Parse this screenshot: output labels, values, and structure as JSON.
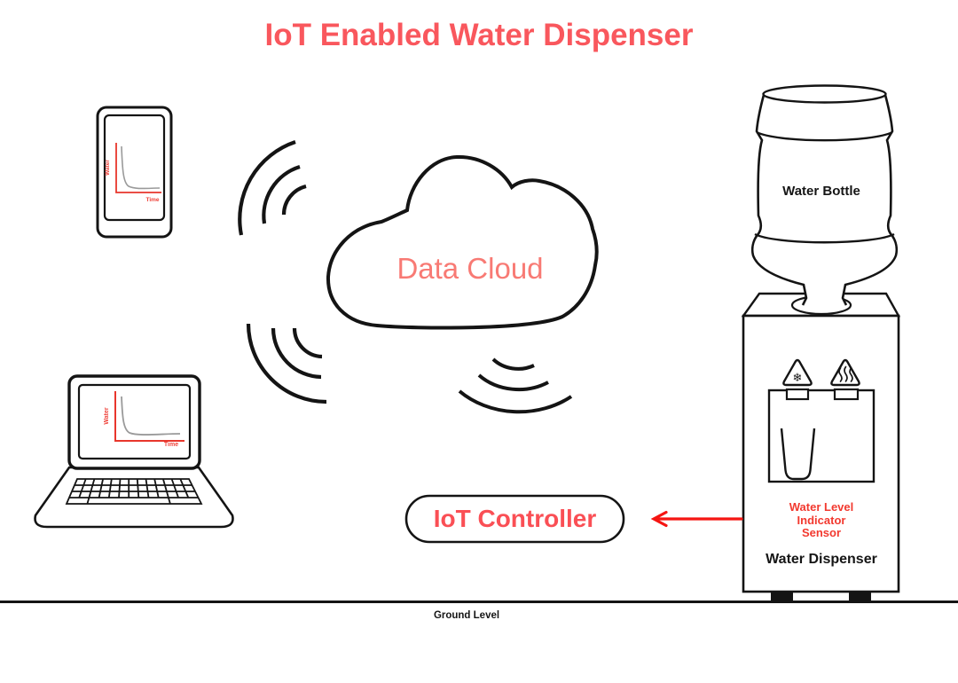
{
  "title": "IoT Enabled Water Dispenser",
  "cloud": {
    "label": "Data Cloud"
  },
  "controller": {
    "label": "IoT Controller"
  },
  "dispenser": {
    "bottle_label": "Water Bottle",
    "sensor_lines": [
      "Water Level",
      "Indicator",
      "Sensor"
    ],
    "unit_label": "Water Dispenser"
  },
  "ground": {
    "label": "Ground Level"
  },
  "mini_chart": {
    "type": "line",
    "y_label": "Water",
    "x_label": "Time",
    "trend": "water level decays steeply then flattens over time"
  },
  "icons": {
    "snowflake_glyph": "❄"
  },
  "colors": {
    "title_red": "#f9575d",
    "cloud_text_red": "#f87a74",
    "controller_red": "#fa4f55",
    "sensor_red": "#f2392f",
    "arrow_red": "#f51512",
    "chart_axis_red": "#e8362c",
    "chart_label_red": "#ef423a",
    "curve_gray": "#9a9a9a",
    "ink": "#141414"
  }
}
